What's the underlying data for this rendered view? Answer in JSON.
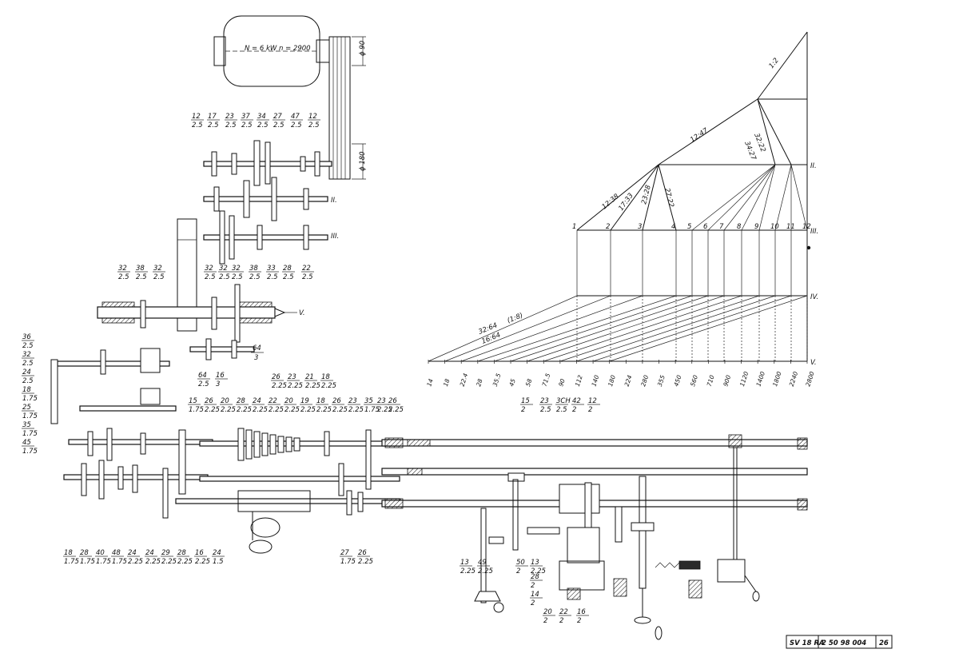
{
  "motor": {
    "label": "N = 6 kW   n = 2900",
    "pulley_small": "ϕ 90",
    "pulley_large": "ϕ 180"
  },
  "shaft_labels": {
    "II": "II.",
    "III": "III.",
    "IV": "IV.",
    "V": "V."
  },
  "gearbox_top_ratios": [
    [
      "12",
      "2.5"
    ],
    [
      "17",
      "2.5"
    ],
    [
      "23",
      "2.5"
    ],
    [
      "37",
      "2.5"
    ],
    [
      "34",
      "2.5"
    ],
    [
      "27",
      "2.5"
    ],
    [
      "47",
      "2.5"
    ],
    [
      "12",
      "2.5"
    ]
  ],
  "gearbox_mid_ratios": [
    [
      "32",
      "2.5"
    ],
    [
      "38",
      "2.5"
    ],
    [
      "32",
      "2.5"
    ]
  ],
  "gearbox_mid_right_ratios": [
    [
      "32",
      "2.5"
    ],
    [
      "32",
      "2.5"
    ],
    [
      "32",
      "2.5"
    ],
    [
      "38",
      "2.5"
    ],
    [
      "33",
      "2.5"
    ],
    [
      "28",
      "2.5"
    ],
    [
      "22",
      "2.5"
    ]
  ],
  "spindle_gear_ratio": [
    "64",
    "3"
  ],
  "spindle_lower_ratios": [
    [
      "64",
      "2.5"
    ],
    [
      "16",
      "3"
    ]
  ],
  "feed_top_ratios": [
    [
      "26",
      "2.25"
    ],
    [
      "23",
      "2.25"
    ],
    [
      "21",
      "2.25"
    ],
    [
      "18",
      "2.25"
    ]
  ],
  "feed_second_ratios": [
    [
      "15",
      "1.75"
    ],
    [
      "26",
      "2.25"
    ],
    [
      "20",
      "2.25"
    ],
    [
      "28",
      "2.25"
    ],
    [
      "24",
      "2.25"
    ],
    [
      "22",
      "2.25"
    ],
    [
      "20",
      "2.25"
    ],
    [
      "19",
      "2.25"
    ],
    [
      "18",
      "2.25"
    ],
    [
      "26",
      "2.25"
    ],
    [
      "23",
      "2.25"
    ],
    [
      "35",
      "1.75"
    ],
    [
      "23",
      "2.25"
    ],
    [
      "26",
      "2.25"
    ]
  ],
  "left_column_ratios": [
    [
      "36",
      "2.5"
    ],
    [
      "32",
      "2.5"
    ],
    [
      "24",
      "2.5"
    ],
    [
      "18",
      "1.75"
    ],
    [
      "25",
      "1.75"
    ],
    [
      "35",
      "1.75"
    ],
    [
      "45",
      "1.75"
    ]
  ],
  "feed_bottom_ratios": [
    [
      "18",
      "1.75"
    ],
    [
      "28",
      "1.75"
    ],
    [
      "40",
      "1.75"
    ],
    [
      "48",
      "1.75"
    ],
    [
      "24",
      "2.25"
    ],
    [
      "24",
      "2.25"
    ],
    [
      "29",
      "2.25"
    ],
    [
      "28",
      "2.25"
    ],
    [
      "16",
      "2.25"
    ],
    [
      "24",
      "1.5"
    ],
    [
      "27",
      "1.75"
    ],
    [
      "26",
      "2.25"
    ]
  ],
  "apron_top_ratios": [
    [
      "15",
      "2"
    ],
    [
      "23",
      "2.5"
    ],
    [
      "3CH",
      "2.5"
    ],
    [
      "42",
      "2"
    ],
    [
      "12",
      "2"
    ]
  ],
  "apron_bottom_ratios": [
    [
      "13",
      "2.25"
    ],
    [
      "49",
      "2.25"
    ],
    [
      "50",
      "2"
    ],
    [
      "13",
      "2.25"
    ],
    [
      "28",
      "2"
    ],
    [
      "14",
      "2"
    ],
    [
      "20",
      "2"
    ],
    [
      "22",
      "2"
    ],
    [
      "16",
      "2"
    ]
  ],
  "speed_diagram": {
    "shafts": [
      "II.",
      "III.",
      "IV.",
      "V."
    ],
    "ratios": [
      "1:2",
      "12:47",
      "32:22",
      "34:27",
      "12:38",
      "17:33",
      "23:28",
      "27:22",
      "32:64",
      "(1:8)",
      "16:64"
    ],
    "step_numbers": [
      "1",
      "2",
      "3",
      "4",
      "5",
      "6",
      "7",
      "8",
      "9",
      "10",
      "11",
      "12"
    ],
    "speeds": [
      "14",
      "18",
      "22.4",
      "28",
      "35.5",
      "45",
      "58",
      "71.5",
      "90",
      "112",
      "140",
      "180",
      "224",
      "280",
      "355",
      "450",
      "560",
      "710",
      "900",
      "1120",
      "1400",
      "1800",
      "2240",
      "2800"
    ]
  },
  "title_block": {
    "model": "SV 18 RA",
    "number": "2 50  98 004",
    "sheet": "26"
  }
}
